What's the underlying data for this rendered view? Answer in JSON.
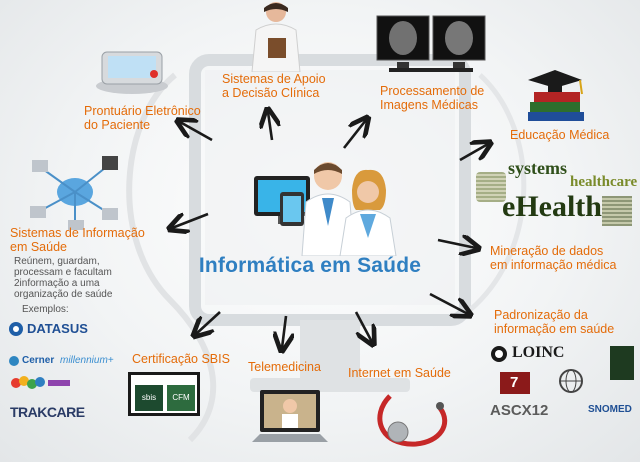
{
  "center": {
    "title": "Informática em Saúde"
  },
  "topics": {
    "prontuario": "Prontuário Eletrônico\ndo Paciente",
    "apoio": "Sistemas de Apoio\na Decisão Clínica",
    "imagens": "Processamento de\nImagens Médicas",
    "educacao": "Educação Médica",
    "sistemas_info": "Sistemas de Informação\nem Saúde",
    "mineracao": "Mineração de dados\nem informação médica",
    "padronizacao": "Padronização da\ninformação em saúde",
    "certificacao": "Certificação SBIS",
    "telemedicina": "Telemedicina",
    "internet": "Internet em Saúde"
  },
  "sistemas_info_desc": "Reúnem, guardam,\nprocessam e facultam\n2informação a uma\norganização de saúde",
  "examples_label": "Exemplos:",
  "logos": {
    "datasus": "DATASUS",
    "cerner": "Cerner",
    "millennium": "millennium+",
    "trakcare": "TRAKCARE",
    "loinc": "LOINC",
    "hl7": "7",
    "ascx12": "ASCX12",
    "snomed": "SNOMED",
    "sbis": "sbis",
    "cfm": "CFM",
    "ehealth": "eHealth",
    "healthcare": "healthcare",
    "systems": "systems"
  },
  "colors": {
    "topic": "#e46c0a",
    "center": "#2f7fc1",
    "arrow": "#1a1a1a"
  }
}
